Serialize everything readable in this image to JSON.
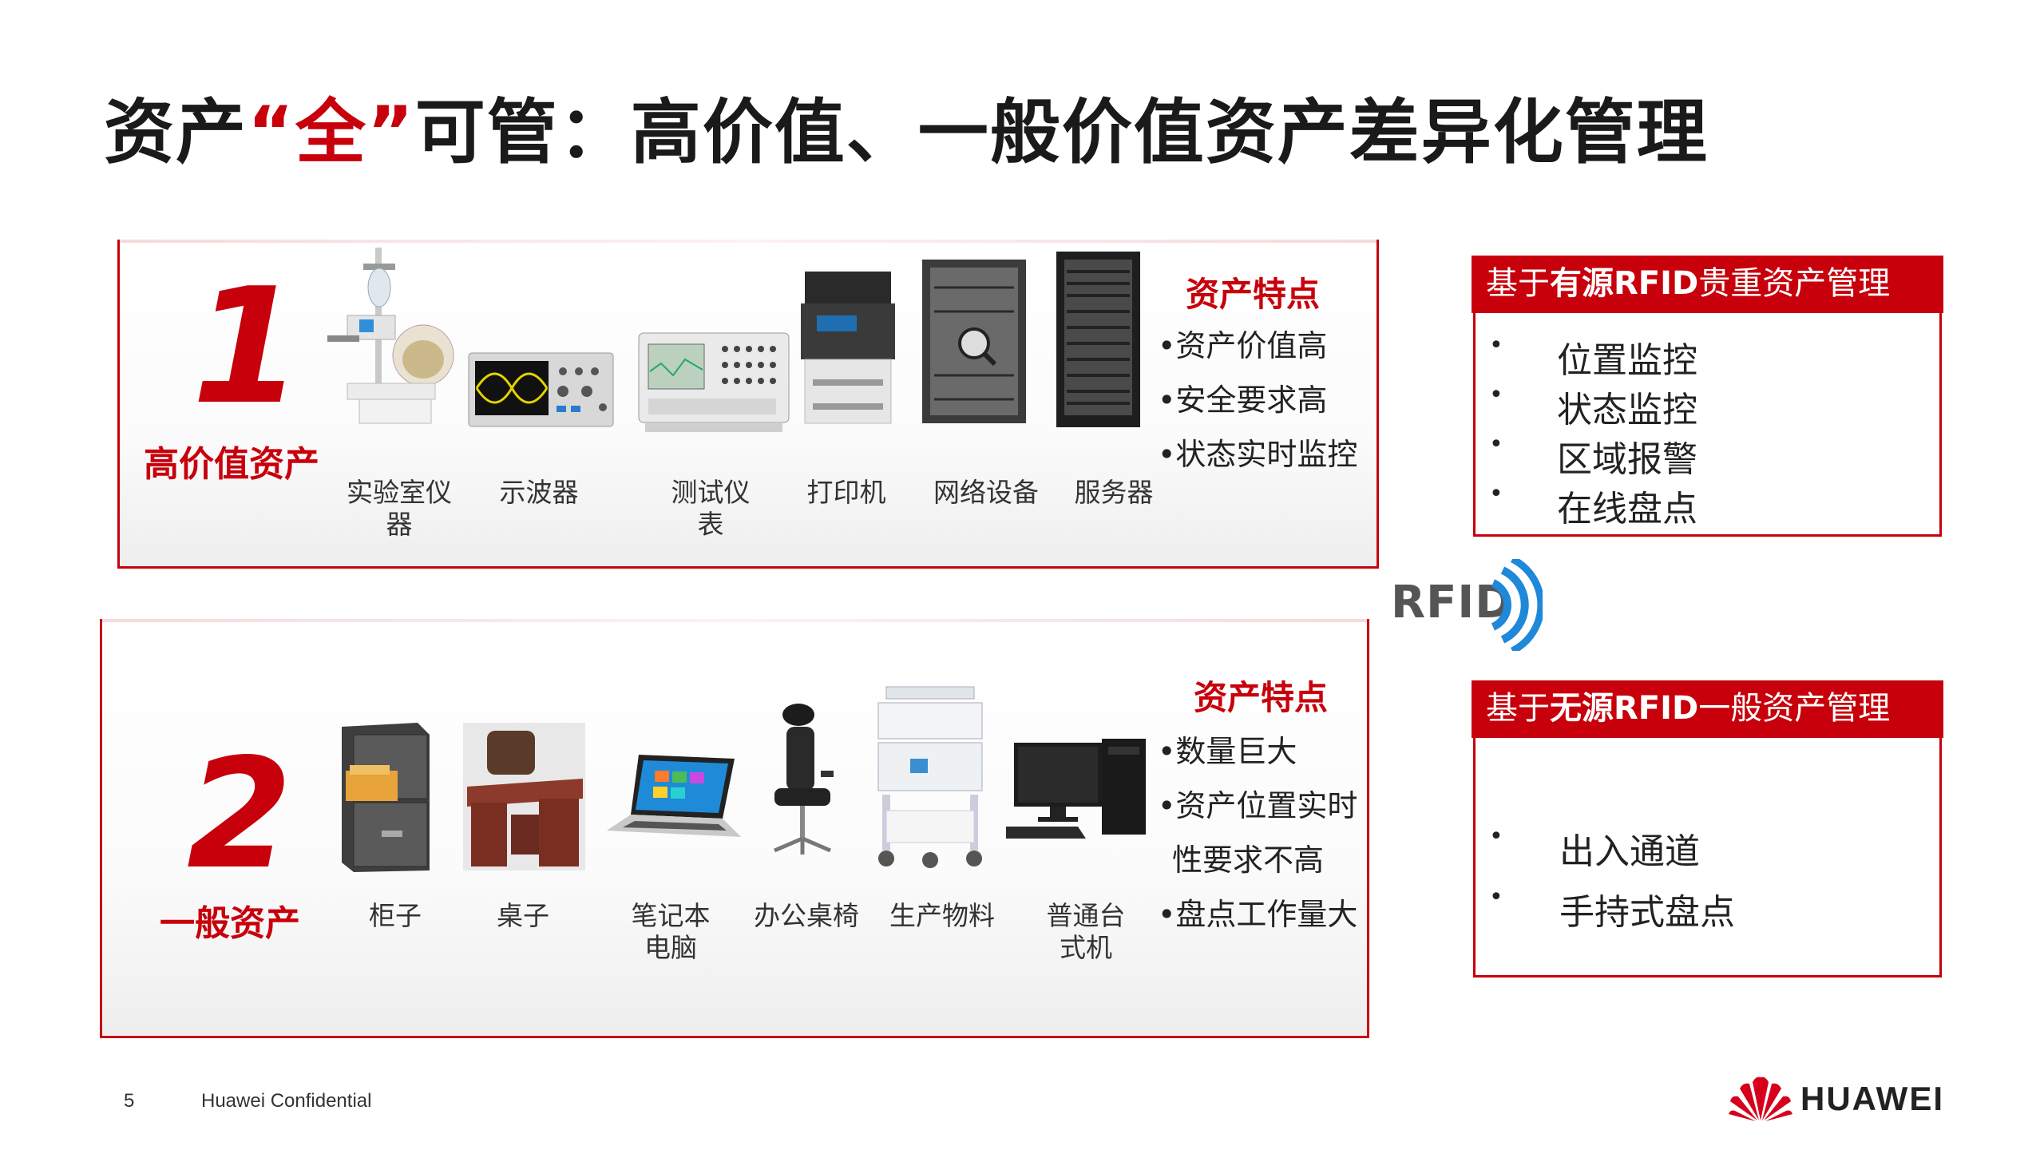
{
  "slide": {
    "title_part1": "资产",
    "title_highlight": "“全”",
    "title_part2": "可管：高价值、一般价值资产差异化管理",
    "page_number": "5",
    "confidential": "Huawei Confidential",
    "brand": "HUAWEI"
  },
  "high_value": {
    "number": "1",
    "label": "高价值资产",
    "items": [
      {
        "label": "实验室仪\n器",
        "icon": "lab-equipment-icon"
      },
      {
        "label": "示波器",
        "icon": "oscilloscope-icon"
      },
      {
        "label": "测试仪\n表",
        "icon": "test-meter-icon"
      },
      {
        "label": "打印机",
        "icon": "printer-icon"
      },
      {
        "label": "网络设备",
        "icon": "network-device-icon"
      },
      {
        "label": "服务器",
        "icon": "server-rack-icon"
      }
    ],
    "features_title": "资产特点",
    "features": [
      "•资产价值高",
      "•安全要求高",
      "•状态实时监控"
    ]
  },
  "general": {
    "number": "2",
    "label": "一般资产",
    "items": [
      {
        "label": "柜子",
        "icon": "filing-cabinet-icon"
      },
      {
        "label": "桌子",
        "icon": "desk-icon"
      },
      {
        "label": "笔记本\n电脑",
        "icon": "laptop-icon"
      },
      {
        "label": "办公桌椅",
        "icon": "office-chair-icon"
      },
      {
        "label": "生产物料",
        "icon": "material-cart-icon"
      },
      {
        "label": "普通台\n式机",
        "icon": "desktop-pc-icon"
      }
    ],
    "features_title": "资产特点",
    "features": [
      "•数量巨大",
      "•资产位置实时",
      "性要求不高",
      "•盘点工作量大"
    ]
  },
  "active_rfid": {
    "header_prefix": "基于",
    "header_bold": "有源RFID",
    "header_suffix": "贵重资产管理",
    "items": [
      "位置监控",
      "状态监控",
      "区域报警",
      "在线盘点"
    ]
  },
  "passive_rfid": {
    "header_prefix": "基于",
    "header_bold": "无源RFID",
    "header_suffix": "一般资产管理",
    "items": [
      "出入通道",
      "手持式盘点"
    ]
  },
  "rfid_logo": {
    "text": "RFID",
    "icon": "rfid-signal-icon"
  },
  "colors": {
    "accent": "#c7000b",
    "rfid_blue": "#1e88d9",
    "rfid_gray": "#555555"
  }
}
